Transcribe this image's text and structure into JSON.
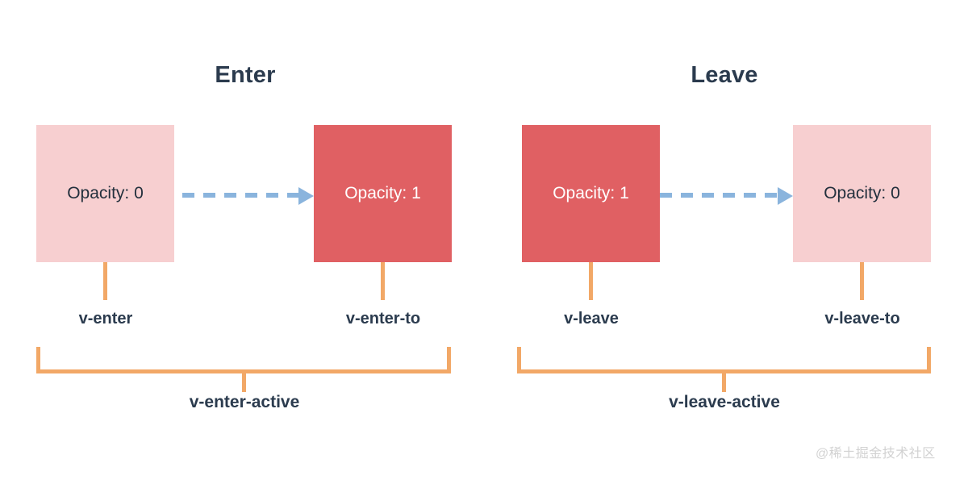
{
  "diagram": {
    "background_color": "#ffffff",
    "sections": [
      {
        "id": "enter",
        "title": "Enter",
        "from_box": {
          "label": "Opacity: 0",
          "style": "light",
          "color": "#f7cfd0"
        },
        "to_box": {
          "label": "Opacity: 1",
          "style": "solid",
          "color": "#e06063"
        },
        "from_class": "v-enter",
        "to_class": "v-enter-to",
        "active_class": "v-enter-active"
      },
      {
        "id": "leave",
        "title": "Leave",
        "from_box": {
          "label": "Opacity: 1",
          "style": "solid",
          "color": "#e06063"
        },
        "to_box": {
          "label": "Opacity: 0",
          "style": "light",
          "color": "#f7cfd0"
        },
        "from_class": "v-leave",
        "to_class": "v-leave-to",
        "active_class": "v-leave-active"
      }
    ],
    "colors": {
      "box_light": "#f7cfd0",
      "box_solid": "#e06063",
      "arrow": "#8ab4dd",
      "bracket": "#f2a867",
      "text_dark": "#2b3b4e",
      "text_light": "#ffffff",
      "watermark": "#d2d2d2"
    },
    "arrow_icon": "dashed-arrow-right-icon",
    "watermark": "@稀土掘金技术社区"
  }
}
